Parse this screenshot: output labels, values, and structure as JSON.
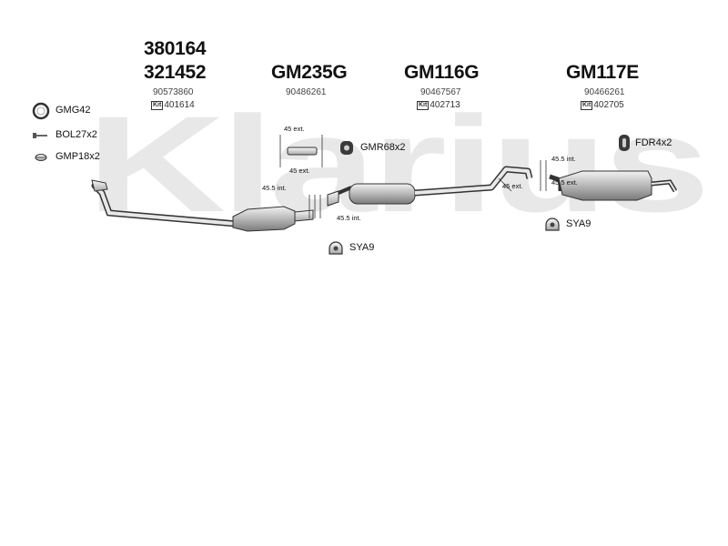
{
  "watermark": "Klarius",
  "columns": [
    {
      "part_numbers": [
        "380164",
        "321452"
      ],
      "oem": "90573860",
      "kit_tag": "Kit",
      "kit": "401614"
    },
    {
      "part_numbers": [
        "GM235G"
      ],
      "oem": "90486261",
      "kit_tag": "",
      "kit": ""
    },
    {
      "part_numbers": [
        "GM116G"
      ],
      "oem": "90467567",
      "kit_tag": "Kit",
      "kit": "402713"
    },
    {
      "part_numbers": [
        "GM117E"
      ],
      "oem": "90466261",
      "kit_tag": "Kit",
      "kit": "402705"
    }
  ],
  "accessories": {
    "gmg42": "GMG42",
    "bol": "BOL27x2",
    "gmp": "GMP18x2",
    "gmr": "GMR68x2",
    "fdr": "FDR4x2",
    "sya_1": "SYA9",
    "sya_2": "SYA9"
  },
  "measurements": {
    "m1": "45 ext.",
    "m2": "45 ext.",
    "m3": "45.5 int.",
    "m4": "45.5 int.",
    "m5": "45 ext.",
    "m6": "45.5 int.",
    "m7": "45.5 ext."
  },
  "colors": {
    "line": "#333333",
    "watermark": "#e6e6e6",
    "part_fill": "#d8d8d8"
  }
}
